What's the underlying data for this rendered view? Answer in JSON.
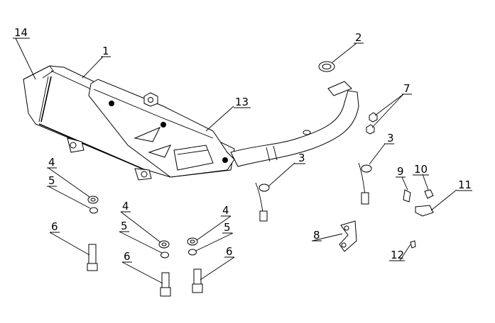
{
  "diagram": {
    "callouts": [
      {
        "id": "c14",
        "text": "14"
      },
      {
        "id": "c1",
        "text": "1"
      },
      {
        "id": "c2",
        "text": "2"
      },
      {
        "id": "c13",
        "text": "13"
      },
      {
        "id": "c7",
        "text": "7"
      },
      {
        "id": "c3a",
        "text": "3"
      },
      {
        "id": "c3b",
        "text": "3"
      },
      {
        "id": "c9",
        "text": "9"
      },
      {
        "id": "c10",
        "text": "10"
      },
      {
        "id": "c11",
        "text": "11"
      },
      {
        "id": "c4a",
        "text": "4"
      },
      {
        "id": "c5a",
        "text": "5"
      },
      {
        "id": "c6a",
        "text": "6"
      },
      {
        "id": "c4b",
        "text": "4"
      },
      {
        "id": "c5b",
        "text": "5"
      },
      {
        "id": "c6b",
        "text": "6"
      },
      {
        "id": "c4c",
        "text": "4"
      },
      {
        "id": "c5c",
        "text": "5"
      },
      {
        "id": "c6c",
        "text": "6"
      },
      {
        "id": "c8",
        "text": "8"
      },
      {
        "id": "c12",
        "text": "12"
      }
    ]
  }
}
